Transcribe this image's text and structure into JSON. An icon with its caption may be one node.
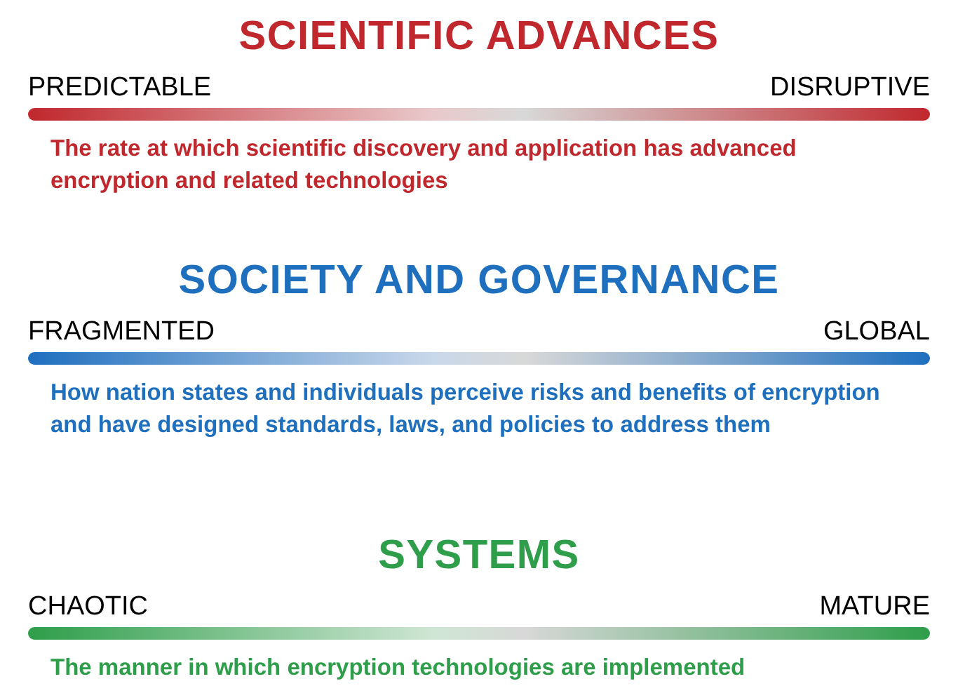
{
  "diagram": {
    "labels": [
      "SCIENTIFIC ADVANCES",
      "PREDICTABLE",
      "DISRUPTIVE",
      "The rate at which scientific discovery and application has advanced encryption and related technologies",
      "SOCIETY AND GOVERNANCE",
      "FRAGMENTED",
      "GLOBAL",
      "How nation states and individuals perceive risks and benefits of encryption and have designed standards, laws, and policies to address them",
      "SYSTEMS",
      "CHAOTIC",
      "MATURE",
      "The manner in which encryption technologies are implemented"
    ]
  }
}
